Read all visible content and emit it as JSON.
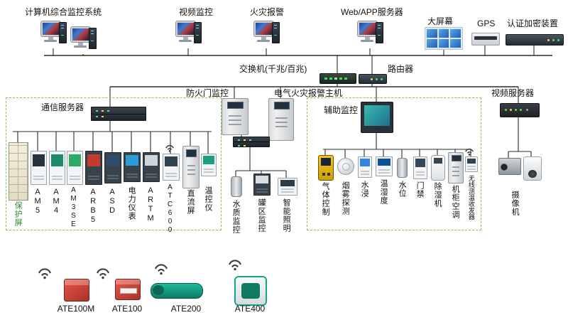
{
  "top_labels": {
    "computer_system": "计算机综合监控系统",
    "video_monitor": "视频监控",
    "fire_alarm": "火灾报警",
    "web_app_server": "Web/APP服务器",
    "big_screen": "大屏幕",
    "gps": "GPS",
    "crypto_device": "认证加密装置"
  },
  "network": {
    "switch_label": "交换机(千兆/百兆)",
    "router_label": "路由器"
  },
  "branches": {
    "fire_door": "防火门监控",
    "electric_fire_host": "电气火灾报警主机",
    "video_server": "视频服务器",
    "comm_server": "通信服务器",
    "aux_monitor": "辅助监控",
    "camera": "摄像机"
  },
  "left_box": {
    "devices": [
      "保护屏",
      "AM5",
      "AM4",
      "AM3SE",
      "ARB5",
      "ASD",
      "电力仪表",
      "ARTM",
      "ATC600",
      "直流屏",
      "温控仪"
    ]
  },
  "middle": {
    "devices": [
      "水质监控",
      "罐区监控",
      "智能照明"
    ]
  },
  "right_box": {
    "devices": [
      "气体控制",
      "烟雾探测",
      "水浸",
      "温湿度",
      "水位",
      "门禁",
      "除湿机",
      "机柜空调",
      "无线测温收发器"
    ]
  },
  "bottom": {
    "devices": [
      "ATE100M",
      "ATE100",
      "ATE200",
      "ATE400"
    ]
  },
  "colors": {
    "box_border": "#8bc34a",
    "line": "#2b2b2b"
  }
}
